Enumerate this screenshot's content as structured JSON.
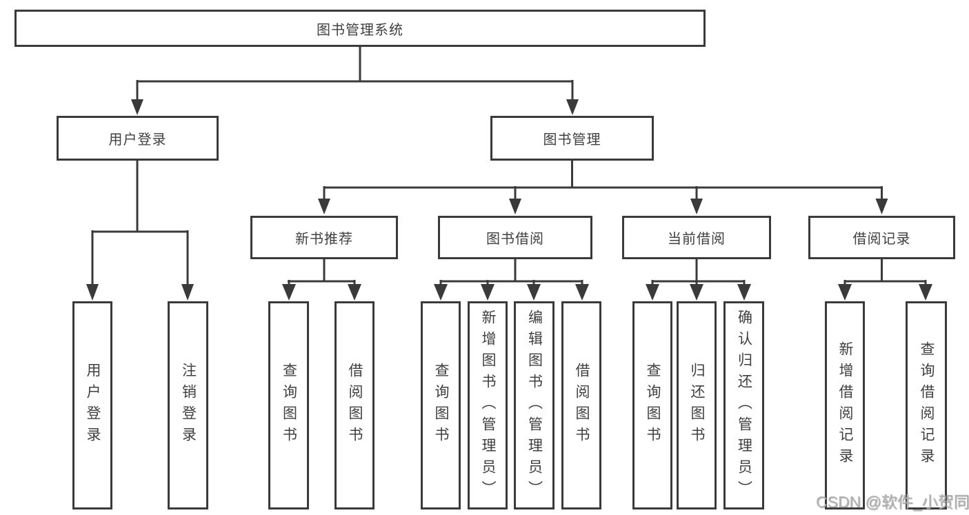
{
  "diagram": {
    "title": "图书管理系统",
    "level2": [
      {
        "label": "用户登录"
      },
      {
        "label": "图书管理"
      }
    ],
    "level3": [
      {
        "label": "新书推荐"
      },
      {
        "label": "图书借阅"
      },
      {
        "label": "当前借阅"
      },
      {
        "label": "借阅记录"
      }
    ],
    "leaves": [
      {
        "label": "用户登录"
      },
      {
        "label": "注销登录"
      },
      {
        "label": "查询图书"
      },
      {
        "label": "借阅图书"
      },
      {
        "label": "查询图书"
      },
      {
        "label": "新增图书（管理员）"
      },
      {
        "label": "编辑图书（管理员）"
      },
      {
        "label": "借阅图书"
      },
      {
        "label": "查询图书"
      },
      {
        "label": "归还图书"
      },
      {
        "label": "确认归还（管理员）"
      },
      {
        "label": "新增借阅记录"
      },
      {
        "label": "查询借阅记录"
      }
    ],
    "watermark": "CSDN @软件_小贺同学",
    "colors": {
      "line": "#3a3a3a",
      "text": "#3f3f3f",
      "watermark": "#b3b3b3",
      "background": "#ffffff"
    }
  }
}
